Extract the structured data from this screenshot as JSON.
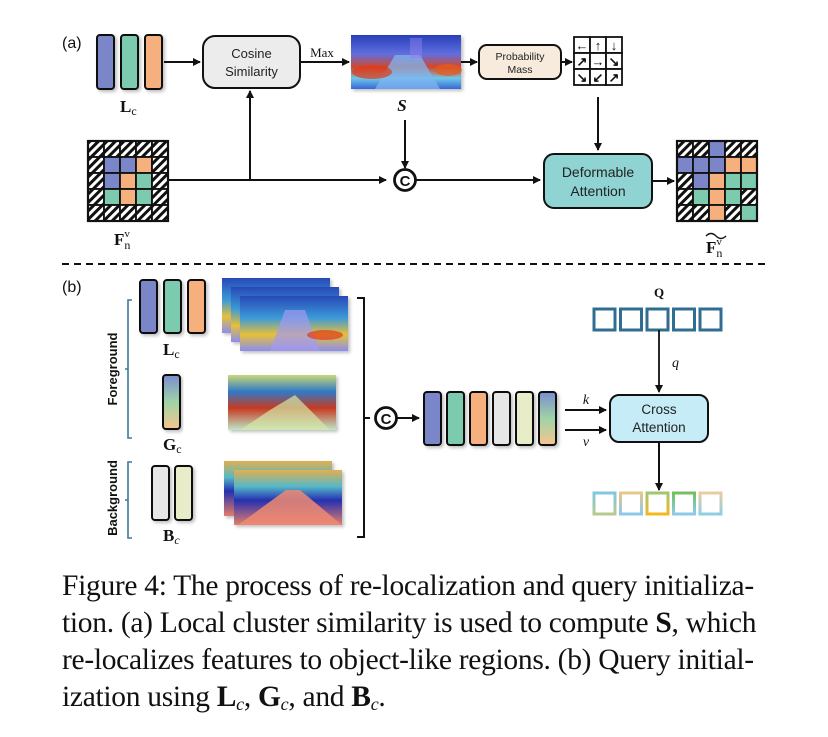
{
  "panel_a": {
    "label": "(a)",
    "lc_label": "L",
    "lc_sub": "c",
    "cosine_box": [
      "Cosine",
      "Similarity"
    ],
    "max_label": "Max",
    "s_label": "S",
    "prob_box": [
      "Probability",
      "Mass"
    ],
    "arrow_grid": [
      [
        "←",
        "↑",
        "↓"
      ],
      [
        "↗",
        "→",
        "↘"
      ],
      [
        "↘",
        "↙",
        "↗"
      ]
    ],
    "concat_symbol": "C",
    "deform_box": [
      "Deformable",
      "Attention"
    ],
    "fn_label": "F",
    "fn_sub": "n",
    "fn_sup": "v",
    "input_grid": [
      [
        "H",
        "H",
        "H",
        "H",
        "H"
      ],
      [
        "H",
        "B",
        "B",
        "O",
        "H"
      ],
      [
        "H",
        "B",
        "O",
        "G",
        "H"
      ],
      [
        "H",
        "G",
        "O",
        "G",
        "H"
      ],
      [
        "H",
        "H",
        "H",
        "H",
        "H"
      ]
    ],
    "output_grid": [
      [
        "H",
        "H",
        "B",
        "H",
        "H"
      ],
      [
        "B",
        "B",
        "B",
        "O",
        "O"
      ],
      [
        "H",
        "B",
        "O",
        "G",
        "G"
      ],
      [
        "H",
        "G",
        "O",
        "G",
        "H"
      ],
      [
        "H",
        "H",
        "O",
        "H",
        "G"
      ]
    ],
    "out_label": "F",
    "out_sub": "n",
    "out_sup": "v"
  },
  "panel_b": {
    "label": "(b)",
    "foreground_label": "Foreground",
    "background_label": "Background",
    "lc_label": "L",
    "lc_sub": "c",
    "gc_label": "G",
    "gc_sub": "c",
    "bc_label": "B",
    "bc_sub": "c",
    "concat_symbol": "C",
    "q_label": "Q",
    "q_edge": "q",
    "k_edge": "k",
    "v_edge": "v",
    "cross_box": [
      "Cross",
      "Attention"
    ],
    "query_count": 5
  },
  "colors": {
    "blue": "#7a86c8",
    "green": "#7dcbae",
    "orange": "#f6b07e",
    "gray": "#e6e6e6",
    "cream": "#e9ecc9",
    "cosine_fill": "#ececec",
    "prob_fill": "#f6ebdd",
    "deform_fill": "#8fd3d3",
    "cross_fill": "#c5ecf7",
    "query_stroke": "#2f6d92",
    "bracket": "#3d7a98"
  },
  "caption": {
    "line1": "Figure 4: The process of re-localization and query initializa-",
    "line2_a": "tion. (a) Local cluster similarity is used to compute ",
    "line2_b": "S",
    "line2_c": ", which",
    "line3": "re-localizes features to object-like regions. (b) Query initial-",
    "line4_a": "ization using ",
    "line4_L": "L",
    "line4_G": "G",
    "line4_B": "B",
    "sub": "c",
    "comma": ", ",
    "and": ", and ",
    "end": "."
  }
}
